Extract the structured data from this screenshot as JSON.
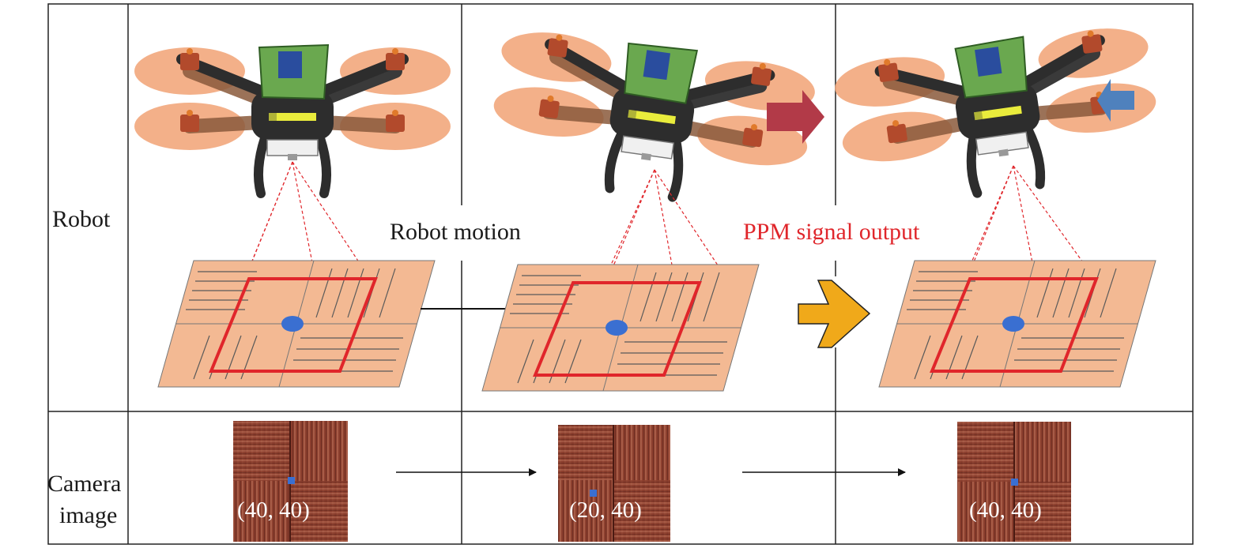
{
  "rows": {
    "robot_label": "Robot",
    "camera_label_line1": "Camera",
    "camera_label_line2": "image"
  },
  "annotations": {
    "robot_motion": "Robot motion",
    "ppm_output": "PPM signal output"
  },
  "camera_frames": [
    {
      "coord": "(40, 40)"
    },
    {
      "coord": "(20, 40)"
    },
    {
      "coord": "(40, 40)"
    }
  ],
  "drone_direction": {
    "center": "none",
    "right_tilted": "right",
    "left_tilted": "left"
  },
  "colors": {
    "laser_frame": "#e0262b",
    "ppm_text": "#e0262b",
    "floor": "#f3b993",
    "marker": "#3a6fd1",
    "propeller": "#f2a77c",
    "motor": "#b24a2c",
    "board": "#6aa84f",
    "right_arrow": "#b23a48",
    "left_arrow": "#4f81bd",
    "big_arrow": "#f0a91a",
    "camera_bg": "#8a3c2c"
  }
}
